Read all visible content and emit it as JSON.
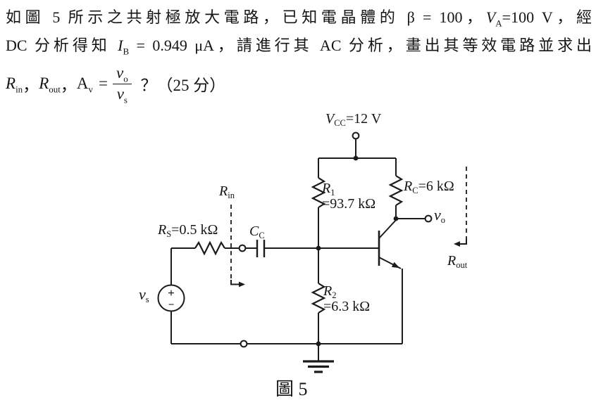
{
  "problem": {
    "line1": {
      "pre": "如圖 5 所示之共射極放大電路，已知電晶體的 β = 100，",
      "var1": "V",
      "sub1": "A",
      "post": "=100 V，經"
    },
    "line2": {
      "pre": "DC 分析得知 ",
      "var1": "I",
      "sub1": "B",
      "post": " = 0.949 μA，請進行其 AC 分析，畫出其等效電路並求出"
    },
    "line3": {
      "rin_var": "R",
      "rin_sub": "in",
      "comma1": "，",
      "rout_var": "R",
      "rout_sub": "out",
      "comma2": "，",
      "av_var": "A",
      "av_sub": "v",
      "equals": "=",
      "frac_num_var": "v",
      "frac_num_sub": "o",
      "frac_den_var": "v",
      "frac_den_sub": "s",
      "question": " ？（25 分）"
    }
  },
  "circuit": {
    "vcc": {
      "var": "V",
      "sub": "CC",
      "value": "=12 V"
    },
    "r1": {
      "var": "R",
      "sub": "1",
      "value": "=93.7 kΩ"
    },
    "rc": {
      "var": "R",
      "sub": "C",
      "value": "=6 kΩ"
    },
    "rs": {
      "var": "R",
      "sub": "S",
      "value": "=0.5 kΩ"
    },
    "cc": {
      "var": "C",
      "sub": "C"
    },
    "r2": {
      "var": "R",
      "sub": "2",
      "value": "=6.3 kΩ"
    },
    "vs": {
      "var": "v",
      "sub": "s"
    },
    "vo": {
      "var": "v",
      "sub": "o"
    },
    "rin": {
      "var": "R",
      "sub": "in"
    },
    "rout": {
      "var": "R",
      "sub": "out"
    },
    "source_plus": "+",
    "source_minus": "−",
    "caption": "圖 5"
  },
  "colors": {
    "ink": "#1b1b1b",
    "background": "#ffffff"
  }
}
